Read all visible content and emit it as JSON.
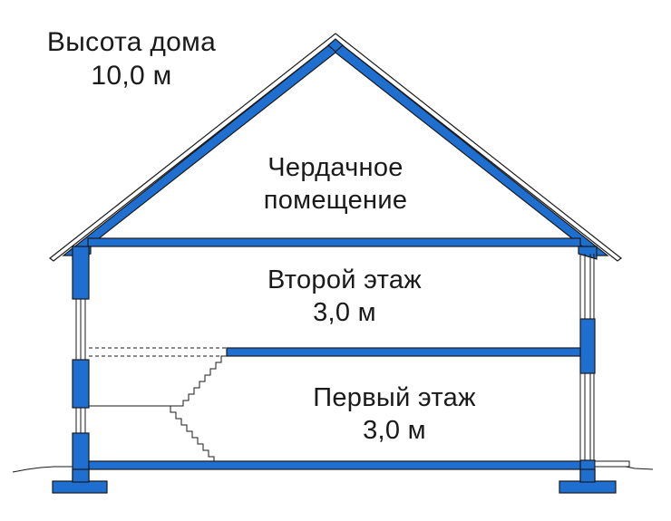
{
  "labels": {
    "house_height": {
      "title": "Высота дома",
      "value": "10,0 м"
    },
    "attic": {
      "line1": "Чердачное",
      "line2": "помещение"
    },
    "second_floor": {
      "title": "Второй этаж",
      "value": "3,0 м"
    },
    "first_floor": {
      "title": "Первый этаж",
      "value": "3,0 м"
    }
  },
  "colors": {
    "structure_fill": "#1f6fd1",
    "outline": "#1a1a1a",
    "background": "#ffffff"
  }
}
